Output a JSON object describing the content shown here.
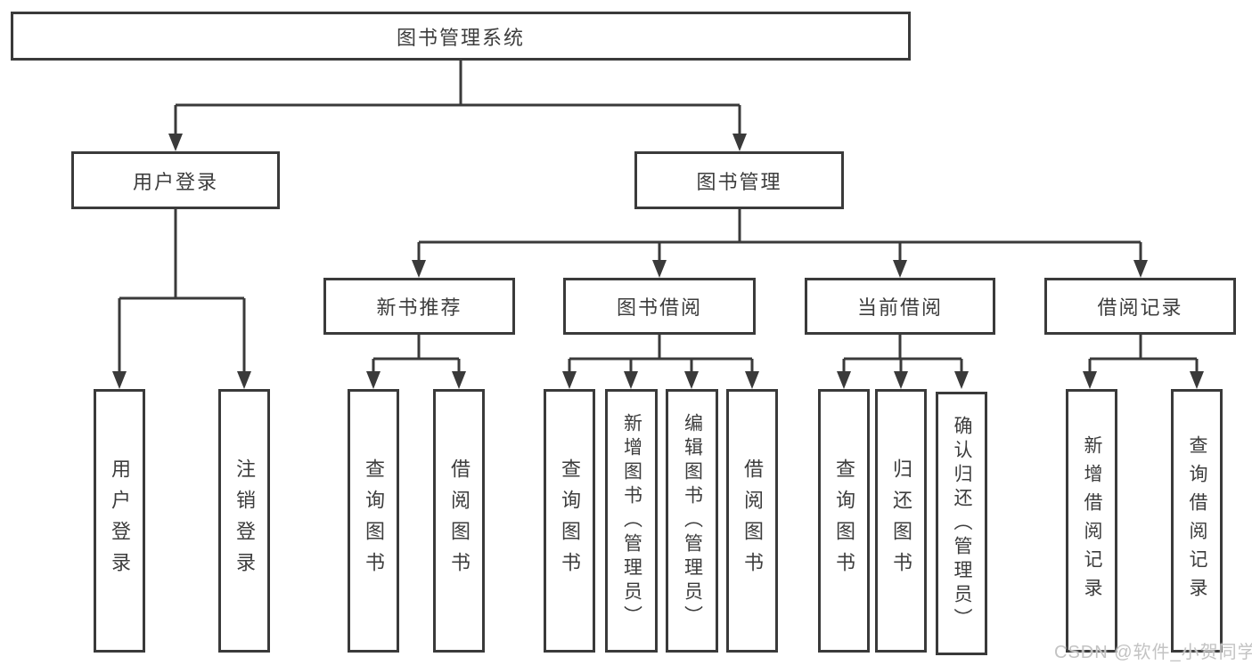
{
  "colors": {
    "line": "#3a3a3a",
    "text": "#3d3d3d",
    "watermark": "#c3c3c3"
  },
  "diagram": {
    "root": {
      "label": "图书管理系统"
    },
    "level2": [
      {
        "id": "user-login",
        "label": "用户登录"
      },
      {
        "id": "book-management",
        "label": "图书管理"
      }
    ],
    "level3": [
      {
        "id": "new-book-recommend",
        "label": "新书推荐"
      },
      {
        "id": "book-borrow",
        "label": "图书借阅"
      },
      {
        "id": "current-borrow",
        "label": "当前借阅"
      },
      {
        "id": "borrow-record",
        "label": "借阅记录"
      }
    ],
    "leaves": [
      {
        "id": "user-login-leaf",
        "label": "用户登录"
      },
      {
        "id": "logout",
        "label": "注销登录"
      },
      {
        "id": "recommend-query-book",
        "label": "查询图书"
      },
      {
        "id": "recommend-borrow-book",
        "label": "借阅图书"
      },
      {
        "id": "borrow-query-book",
        "label": "查询图书"
      },
      {
        "id": "add-book-admin",
        "label": "新增图书（管理员）"
      },
      {
        "id": "edit-book-admin",
        "label": "编辑图书（管理员）"
      },
      {
        "id": "borrow-borrow-book",
        "label": "借阅图书"
      },
      {
        "id": "current-query-book",
        "label": "查询图书"
      },
      {
        "id": "return-book",
        "label": "归还图书"
      },
      {
        "id": "confirm-return-admin",
        "label": "确认归还（管理员）"
      },
      {
        "id": "add-borrow-record",
        "label": "新增借阅记录"
      },
      {
        "id": "query-borrow-record",
        "label": "查询借阅记录"
      }
    ],
    "watermark": "CSDN @软件_小贺同学"
  }
}
